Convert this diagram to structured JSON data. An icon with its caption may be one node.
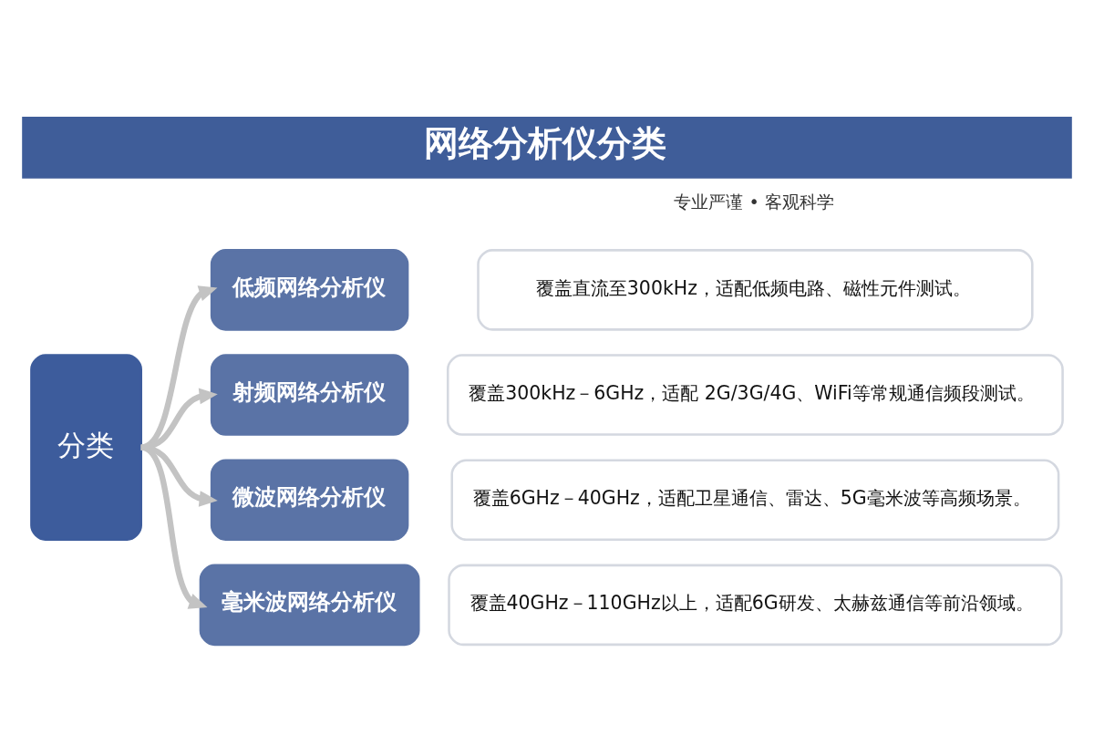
{
  "diagram": {
    "title": "网络分析仪分类",
    "nodes": [
      {
        "text": [
          "分类"
        ]
      },
      {
        "text": [
          "低频网络分析仪"
        ]
      },
      {
        "text": [
          "覆盖直流至300kHz，适配低频电路、磁性元件测试。"
        ]
      },
      {
        "text": [
          "射频网络分析仪"
        ]
      },
      {
        "text": [
          "覆盖300kHz－6GHz，适配 2G/3G/4G、WiFi等常规通信频段测试。"
        ]
      },
      {
        "text": [
          "微波网络分析仪"
        ]
      },
      {
        "text": [
          "覆盖6GHz－40GHz，适配卫星通信、雷达、5G毫米波等高频场景。"
        ]
      },
      {
        "text": [
          "毫米波网络分析仪"
        ]
      },
      {
        "text": [
          "覆盖40GHz－110GHz以上，适配6G研发、太赫兹通信等前沿领域。"
        ]
      }
    ],
    "edges": [
      {
        "from": 0,
        "to": 1,
        "arrow": "to"
      },
      {
        "from": 0,
        "to": 3,
        "arrow": "to"
      },
      {
        "from": 0,
        "to": 5,
        "arrow": "to"
      },
      {
        "from": 0,
        "to": 7,
        "arrow": "to"
      }
    ],
    "labels": [
      "专业严谨 • 客观科学"
    ]
  }
}
